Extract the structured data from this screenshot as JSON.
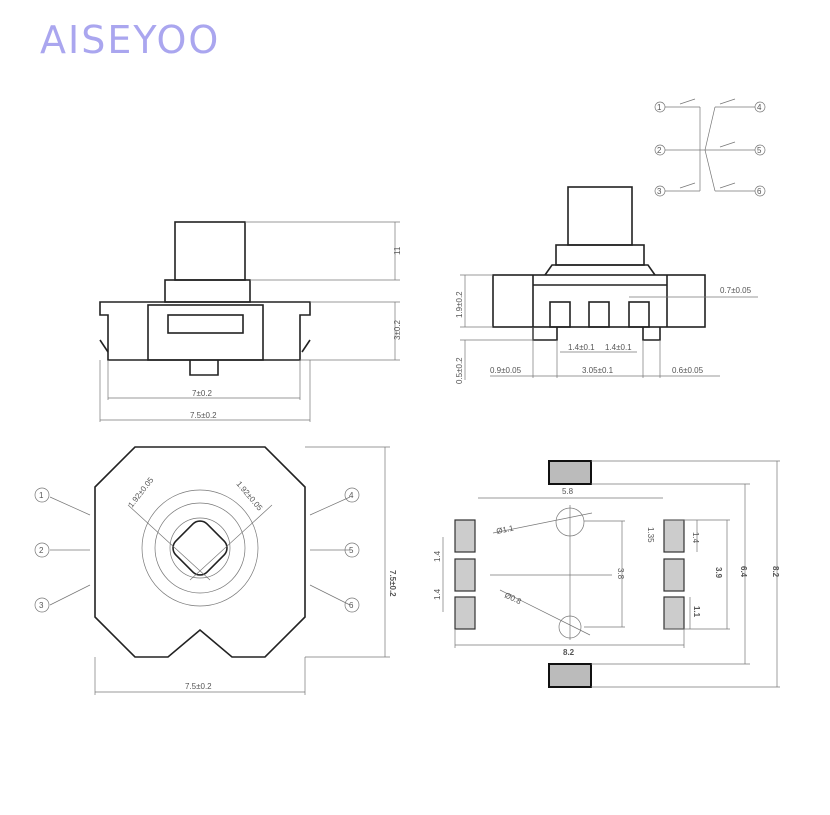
{
  "logo": "AISEYOO",
  "side_view": {
    "stem_height": "11",
    "body_height": "3±0.2",
    "inner_width": "7±0.2",
    "outer_width": "7.5±0.2"
  },
  "front_view": {
    "pin_top": "0.7±0.05",
    "body_height": "1.9±0.2",
    "lead_height": "0.5±0.2",
    "pitch_left": "1.4±0.1",
    "pitch_right": "1.4±0.1",
    "left_offset": "0.9±0.05",
    "center_span": "3.05±0.1",
    "right_offset": "0.6±0.05"
  },
  "schematic": {
    "pins": [
      "1",
      "2",
      "3",
      "4",
      "5",
      "6"
    ]
  },
  "top_view": {
    "pins": [
      "1",
      "2",
      "3",
      "4",
      "5",
      "6"
    ],
    "ring_left": "1.92±0.05",
    "ring_right": "1.92±0.05",
    "width": "7.5±0.2",
    "height": "7.5±0.2"
  },
  "footprint": {
    "span_top": "5.8",
    "hole_large": "Ø1.1",
    "hole_small": "Ø0.8",
    "offset": "1.35",
    "hole_spacing": "3.8",
    "pitch_left_1": "1.4",
    "pitch_left_2": "1.4",
    "pitch_right": "1.4",
    "pad_span": "3.9",
    "pad_width": "1.1",
    "outer_1": "6.4",
    "outer_2": "8.2",
    "bottom_width": "8.2"
  }
}
